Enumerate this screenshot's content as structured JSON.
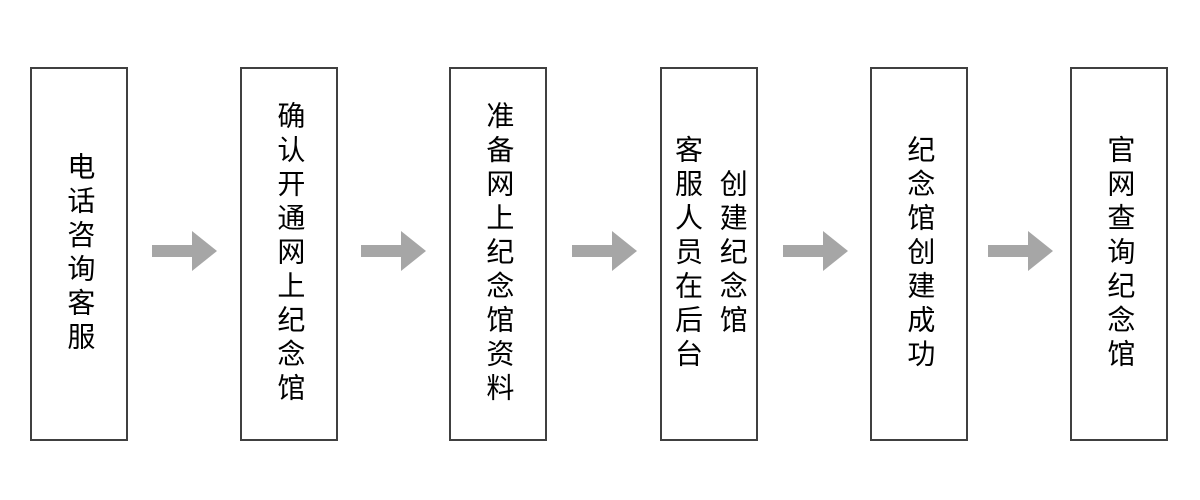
{
  "colors": {
    "box_border": "#404040",
    "arrow": "#a6a6a6",
    "text": "#000000",
    "background": "#ffffff"
  },
  "flowchart": {
    "type": "horizontal-process-flow",
    "direction": "left-to-right",
    "arrow_icon": "right-block-arrow",
    "steps": [
      {
        "label": "电话咨询客服"
      },
      {
        "label": "确认开通网上纪念馆"
      },
      {
        "label": "准备网上纪念馆资料"
      },
      {
        "label": "客服人员在后台",
        "label2": "创建纪念馆"
      },
      {
        "label": "纪念馆创建成功"
      },
      {
        "label": "官网查询纪念馆"
      }
    ]
  }
}
